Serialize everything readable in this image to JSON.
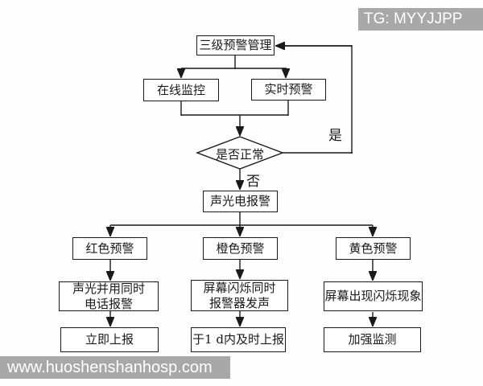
{
  "colors": {
    "line": "#1a1a1a",
    "box_background": "#ffffff",
    "watermark_band": "#a8a8a8",
    "watermark_text": "#ffffff"
  },
  "watermarks": {
    "top_right": "TG: MYYJJPP",
    "bottom_left": "www.huoshenshanhosp.com"
  },
  "flowchart": {
    "nodes": {
      "root": "三级预警管理",
      "online_monitor": "在线监控",
      "realtime_warning": "实时预警",
      "decision": "是否正常",
      "alarm": "声光电报警",
      "red_warning": "红色预警",
      "orange_warning": "橙色预警",
      "yellow_warning": "黄色预警",
      "red_action": "声光并用同时\n电话报警",
      "orange_action": "屏幕闪烁同时\n报警器发声",
      "yellow_action": "屏幕出现闪烁现象",
      "red_report": "立即上报",
      "orange_report": "于1 d内及时上报",
      "yellow_report": "加强监测"
    },
    "edge_labels": {
      "yes": "是",
      "no": "否"
    }
  }
}
